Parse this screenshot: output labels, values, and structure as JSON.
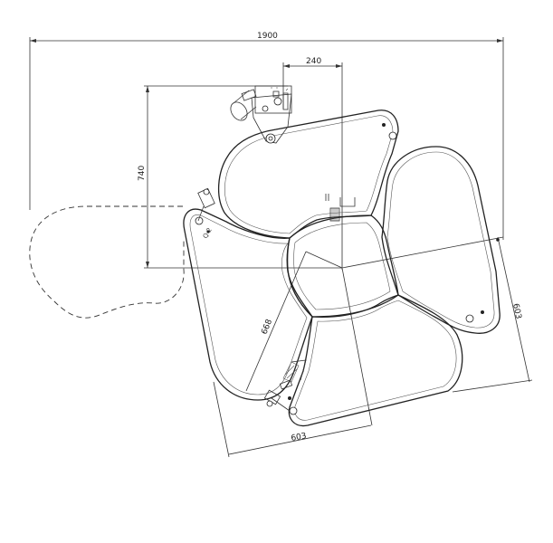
{
  "dimensions": {
    "overall_width": "1900",
    "offset": "240",
    "height": "740",
    "right_side": "603",
    "bottom": "603",
    "diagonal": "668"
  },
  "colors": {
    "line": "#333333",
    "background": "#ffffff"
  }
}
